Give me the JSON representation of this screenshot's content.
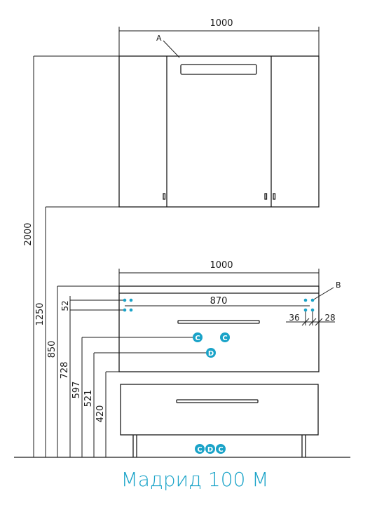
{
  "title": "Мадрид 100 М",
  "colors": {
    "accent": "#1aa3c8",
    "line": "#1a1a1a"
  },
  "labels": {
    "width_top": "1000",
    "width_mid": "1000",
    "inner_width": "870",
    "left_gap": "36",
    "right_gap": "28",
    "callout_a": "A",
    "callout_b": "B"
  },
  "heights": {
    "h2000": "2000",
    "h1250": "1250",
    "h850": "850",
    "h728": "728",
    "h597": "597",
    "h521": "521",
    "h420": "420",
    "h52": "52"
  },
  "markers": {
    "c1": "C",
    "c2": "C",
    "d1": "D",
    "bottom": [
      "C",
      "D",
      "C"
    ]
  }
}
